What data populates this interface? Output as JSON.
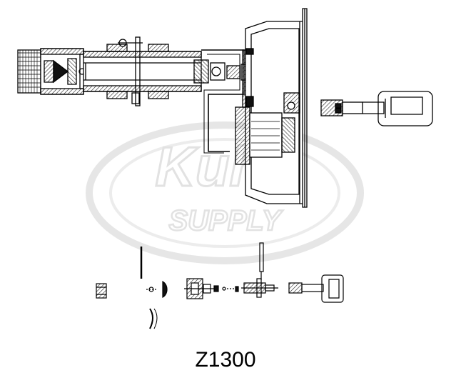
{
  "diagram": {
    "model": "Z1300",
    "watermark": {
      "line1": "Kuhy",
      "line2": "SUPPLY",
      "color": "#e6e6e6"
    },
    "colors": {
      "ink": "#000000",
      "hatch": "#333333",
      "background": "#ffffff"
    }
  }
}
